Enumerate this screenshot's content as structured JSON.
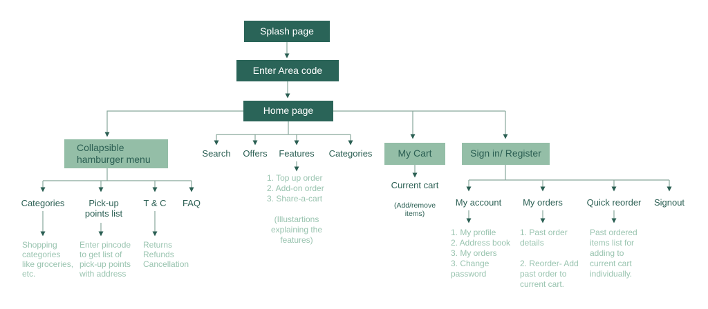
{
  "flow": {
    "splash": {
      "label": "Splash page"
    },
    "enter_area_code": {
      "label": "Enter Area code"
    },
    "home": {
      "label": "Home page"
    },
    "hamburger": {
      "label": "Collapsible\nhamburger menu",
      "children": {
        "categories": {
          "label": "Categories",
          "desc": "Shopping\ncategories\nlike groceries,\netc."
        },
        "pickup": {
          "label": "Pick-up\npoints list",
          "desc": "Enter pincode\nto get list of\npick-up points\nwith address"
        },
        "tc": {
          "label": "T & C",
          "desc": "Returns\nRefunds\nCancellation"
        },
        "faq": {
          "label": "FAQ"
        }
      }
    },
    "nav": {
      "search": {
        "label": "Search"
      },
      "offers": {
        "label": "Offers"
      },
      "features": {
        "label": "Features",
        "list": "1. Top up order\n2. Add-on order\n3. Share-a-cart",
        "note": "(Illustartions\nexplaining the\nfeatures)"
      },
      "categories": {
        "label": "Categories"
      }
    },
    "my_cart": {
      "label": "My Cart",
      "child": "Current cart",
      "note": "(Add/remove\nitems)"
    },
    "sign_in": {
      "label": "Sign in/ Register",
      "children": {
        "my_account": {
          "label": "My account",
          "desc": "1. My profile\n2. Address book\n3. My orders\n3. Change\npassword"
        },
        "my_orders": {
          "label": "My orders",
          "desc": "1. Past order\ndetails\n\n2. Reorder- Add\npast order to\ncurrent cart."
        },
        "quick_reorder": {
          "label": "Quick reorder",
          "desc": "Past ordered\nitems list for\nadding to\ncurrent cart\nindividually."
        },
        "signout": {
          "label": "Signout"
        }
      }
    }
  },
  "colors": {
    "dark_node": "#2a6458",
    "light_node": "#94bea7",
    "dark_text": "#2b5f53",
    "light_text": "#9ac4b0",
    "connector": "#87a79b"
  }
}
